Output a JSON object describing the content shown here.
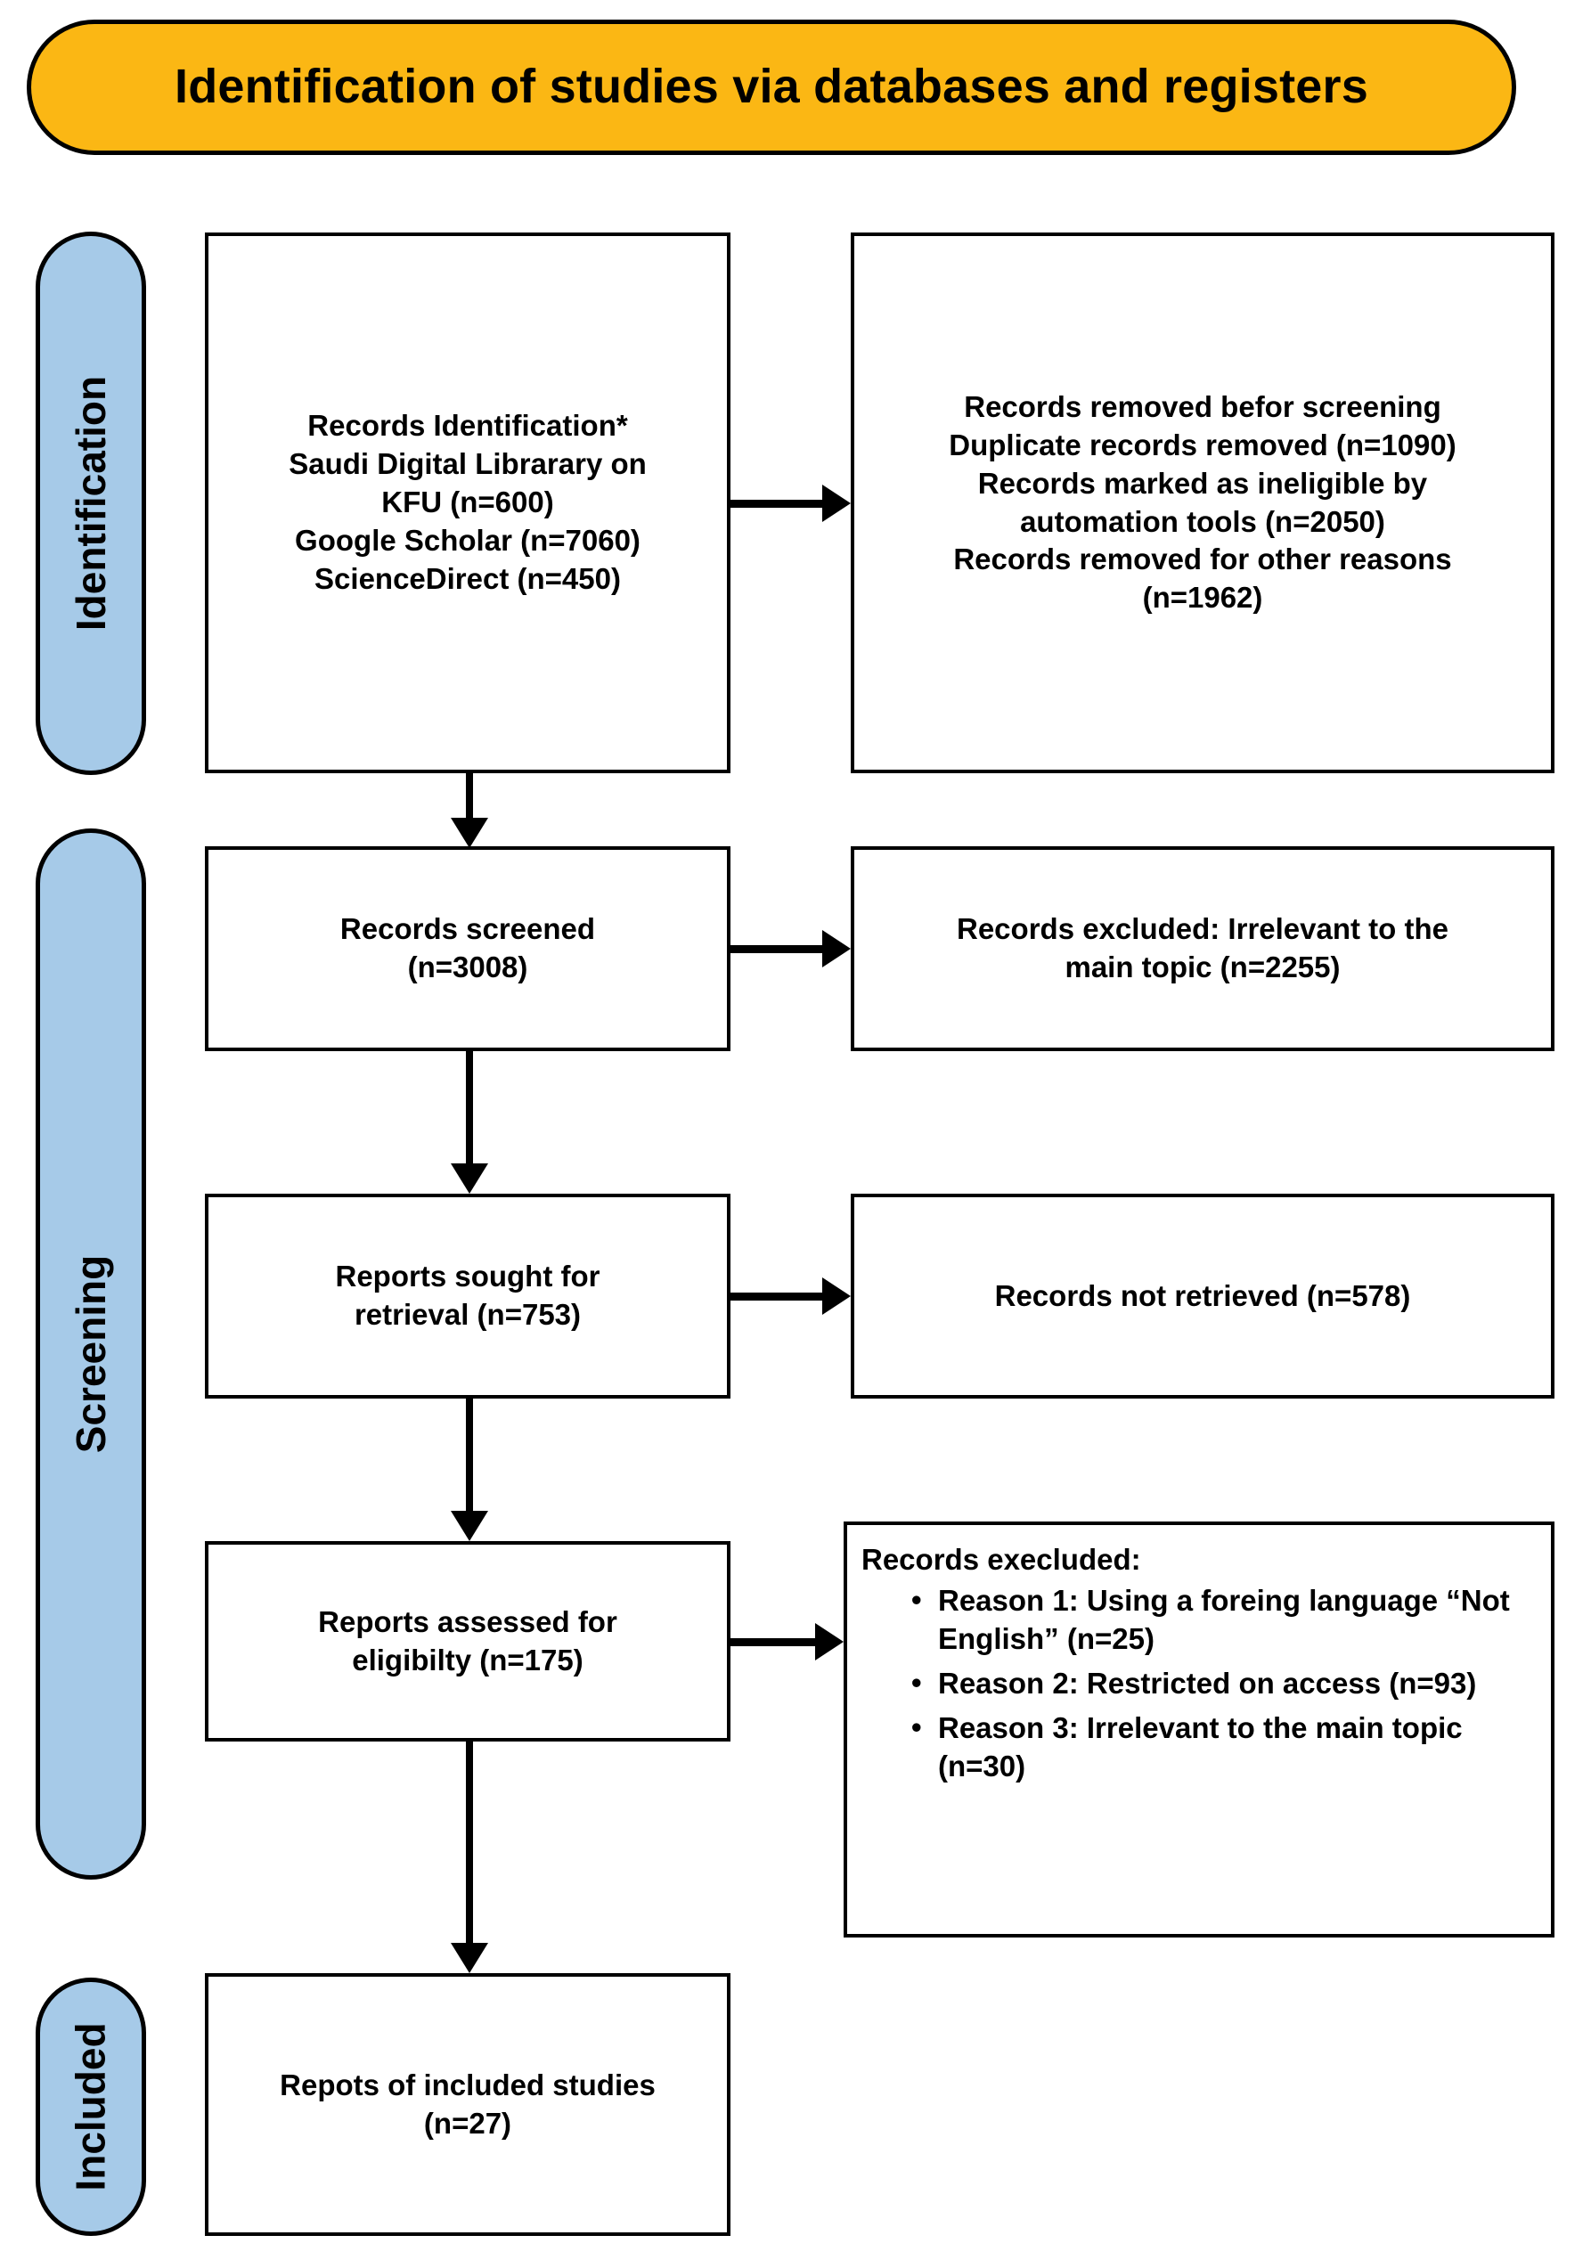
{
  "diagram": {
    "title": "Identification of studies via databases and registers",
    "colors": {
      "banner_fill": "#FBB714",
      "phase_pill_fill": "#A6CAE8",
      "box_fill": "#FFFFFF",
      "stroke": "#000000"
    },
    "phases": [
      {
        "id": "identification",
        "label": "Identification"
      },
      {
        "id": "screening",
        "label": "Screening"
      },
      {
        "id": "included",
        "label": "Included"
      }
    ],
    "boxes": {
      "records_identification": "Records Identification*\nSaudi Digital Librarary on\nKFU (n=600)\nGoogle Scholar (n=7060)\nScienceDirect (n=450)",
      "records_removed_before_screening": "Records removed befor screening\nDuplicate records removed (n=1090)\nRecords marked as ineligible by\nautomation tools (n=2050)\nRecords removed for other reasons\n(n=1962)",
      "records_screened": "Records screened\n(n=3008)",
      "records_excluded_irrelevant": "Records excluded: Irrelevant to the\nmain topic (n=2255)",
      "reports_sought": "Reports sought for\nretrieval (n=753)",
      "records_not_retrieved": "Records not retrieved (n=578)",
      "reports_assessed": "Reports assessed for\neligibilty (n=175)",
      "reports_included": "Repots of included studies\n(n=27)"
    },
    "excluded_box": {
      "heading": "Records execluded:",
      "reasons": [
        "Reason 1: Using a foreing language “Not English” (n=25)",
        "Reason 2: Restricted on access (n=93)",
        "Reason 3: Irrelevant to the main topic (n=30)"
      ]
    }
  },
  "chart_data": {
    "type": "diagram",
    "title": "Identification of studies via databases and registers",
    "flow": [
      {
        "phase": "Identification",
        "node": "Records Identification*",
        "sources": [
          {
            "name": "Saudi Digital Librarary on KFU",
            "n": 600
          },
          {
            "name": "Google Scholar",
            "n": 7060
          },
          {
            "name": "ScienceDirect",
            "n": 450
          }
        ],
        "excluded_node": "Records removed befor screening",
        "excluded": [
          {
            "name": "Duplicate records removed",
            "n": 1090
          },
          {
            "name": "Records marked as ineligible by automation tools",
            "n": 2050
          },
          {
            "name": "Records removed for other reasons",
            "n": 1962
          }
        ]
      },
      {
        "phase": "Screening",
        "node": "Records screened",
        "n": 3008,
        "excluded_node": "Records excluded: Irrelevant to the main topic",
        "excluded": [
          {
            "name": "Irrelevant to the main topic",
            "n": 2255
          }
        ]
      },
      {
        "phase": "Screening",
        "node": "Reports sought for retrieval",
        "n": 753,
        "excluded_node": "Records not retrieved",
        "excluded": [
          {
            "name": "Records not retrieved",
            "n": 578
          }
        ]
      },
      {
        "phase": "Screening",
        "node": "Reports assessed for eligibilty",
        "n": 175,
        "excluded_node": "Records execluded:",
        "excluded": [
          {
            "name": "Reason 1: Using a foreing language “Not English”",
            "n": 25
          },
          {
            "name": "Reason 2: Restricted on access",
            "n": 93
          },
          {
            "name": "Reason 3: Irrelevant to the main topic",
            "n": 30
          }
        ]
      },
      {
        "phase": "Included",
        "node": "Repots of included studies",
        "n": 27
      }
    ]
  }
}
